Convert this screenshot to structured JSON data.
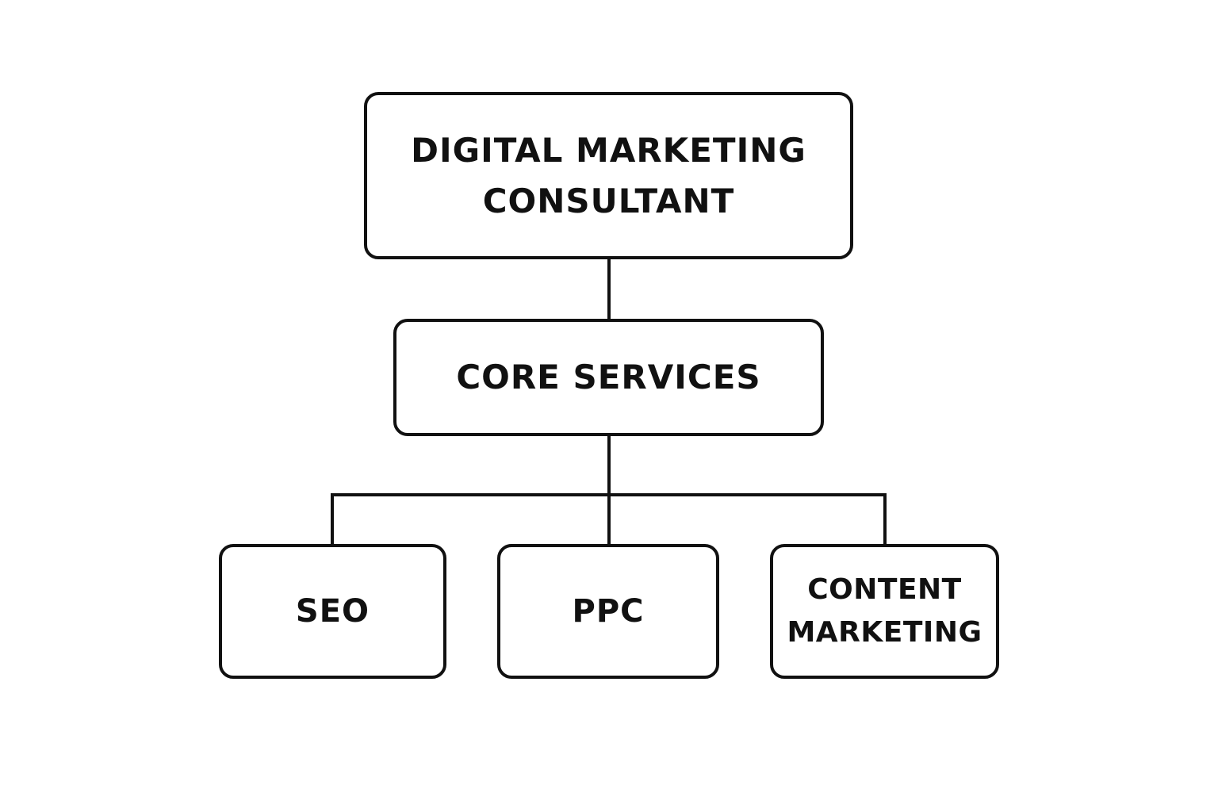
{
  "diagram": {
    "root": {
      "lines": [
        "DIGITAL MARKETING",
        "CONSULTANT"
      ]
    },
    "core": {
      "label": "CORE SERVICES"
    },
    "services": [
      {
        "lines": [
          "SEO"
        ]
      },
      {
        "lines": [
          "PPC"
        ]
      },
      {
        "lines": [
          "CONTENT",
          "MARKETING"
        ]
      }
    ]
  },
  "colors": {
    "stroke": "#111111",
    "background": "#ffffff"
  }
}
